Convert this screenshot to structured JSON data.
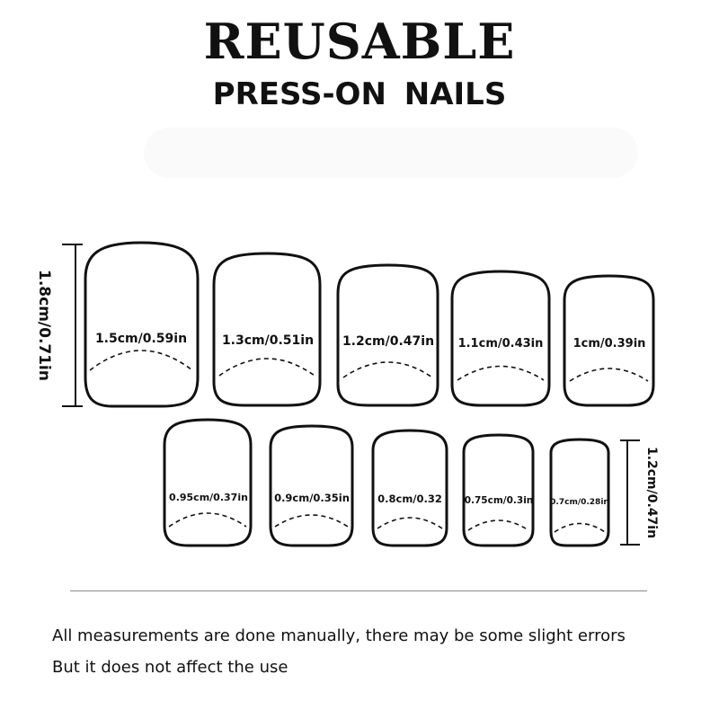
{
  "header": {
    "title": "REUSABLE",
    "subtitle": "PRESS-ON NAILS"
  },
  "colors": {
    "stroke": "#111111",
    "background": "#ffffff",
    "divider": "#8a8a8a"
  },
  "dimensions": {
    "large_height": "1.8cm/0.71in",
    "small_height": "1.2cm/0.47in"
  },
  "nails": {
    "row1": [
      {
        "label": "1.5cm/0.59in"
      },
      {
        "label": "1.3cm/0.51in"
      },
      {
        "label": "1.2cm/0.47in"
      },
      {
        "label": "1.1cm/0.43in"
      },
      {
        "label": "1cm/0.39in"
      }
    ],
    "row2": [
      {
        "label": "0.95cm/0.37in"
      },
      {
        "label": "0.9cm/0.35in"
      },
      {
        "label": "0.8cm/0.32"
      },
      {
        "label": "0.75cm/0.3in"
      },
      {
        "label": "0.7cm/0.28in"
      }
    ]
  },
  "notes": {
    "line1": "All measurements are done manually, there may be some slight errors",
    "line2": "But it does not affect the use"
  }
}
